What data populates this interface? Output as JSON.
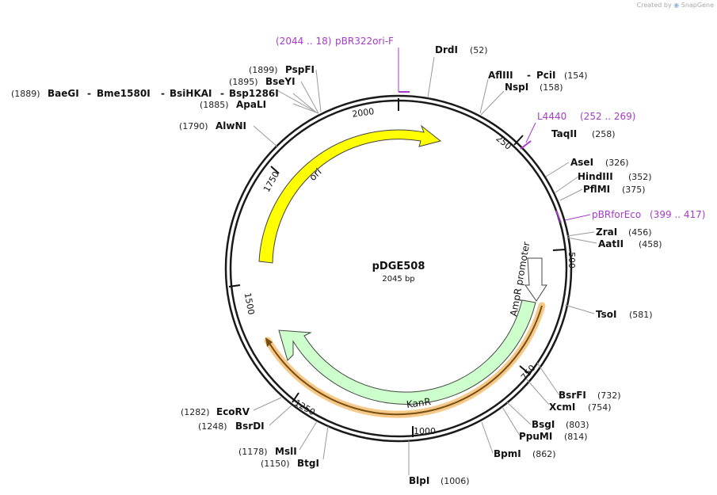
{
  "watermark": {
    "prefix": "Created by",
    "brand": "SnapGene"
  },
  "plasmid": {
    "name": "pDGE508",
    "length": "2045 bp"
  },
  "colors": {
    "backbone": "#1a1a1a",
    "primer": "#a43cc9",
    "ori": "#ffff00",
    "kanr": "#ccffcc",
    "promoter": "#ffffff",
    "highlight": "#f5c98a"
  },
  "ticks": [
    "250",
    "500",
    "750",
    "1000",
    "1250",
    "1500",
    "1750",
    "2000"
  ],
  "features": {
    "ori": "ori",
    "kanr": "KanR",
    "promoter": "AmpR promoter"
  },
  "sites": [
    {
      "id": "drdi",
      "name": "DrdI",
      "pos": "(52)"
    },
    {
      "id": "afliii",
      "name": "AflIII",
      "sep": "-",
      "name2": "PciI",
      "pos": "(154)"
    },
    {
      "id": "nspi",
      "name": "NspI",
      "pos": "(158)"
    },
    {
      "id": "taqii",
      "name": "TaqII",
      "pos": "(258)"
    },
    {
      "id": "asei",
      "name": "AseI",
      "pos": "(326)"
    },
    {
      "id": "hindiii",
      "name": "HindIII",
      "pos": "(352)"
    },
    {
      "id": "pflmi",
      "name": "PflMI",
      "pos": "(375)"
    },
    {
      "id": "zrai",
      "name": "ZraI",
      "pos": "(456)"
    },
    {
      "id": "aatii",
      "name": "AatII",
      "pos": "(458)"
    },
    {
      "id": "tsoi",
      "name": "TsoI",
      "pos": "(581)"
    },
    {
      "id": "bsrfi",
      "name": "BsrFI",
      "pos": "(732)"
    },
    {
      "id": "xcmi",
      "name": "XcmI",
      "pos": "(754)"
    },
    {
      "id": "bsgi",
      "name": "BsgI",
      "pos": "(803)"
    },
    {
      "id": "ppumi",
      "name": "PpuMI",
      "pos": "(814)"
    },
    {
      "id": "bpmi",
      "name": "BpmI",
      "pos": "(862)"
    },
    {
      "id": "blpi",
      "name": "BlpI",
      "pos": "(1006)"
    },
    {
      "id": "btgi",
      "name": "BtgI",
      "pos": "(1150)"
    },
    {
      "id": "msli",
      "name": "MslI",
      "pos": "(1178)"
    },
    {
      "id": "bsrdi",
      "name": "BsrDI",
      "pos": "(1248)"
    },
    {
      "id": "ecorv",
      "name": "EcoRV",
      "pos": "(1282)"
    },
    {
      "id": "alwni",
      "name": "AlwNI",
      "pos": "(1790)"
    },
    {
      "id": "apali",
      "name": "ApaLI",
      "pos": "(1885)"
    },
    {
      "id": "baegi",
      "name": "BaeGI",
      "name2": "Bme1580I",
      "name3": "BsiHKAI",
      "name4": "Bsp1286I",
      "sep": "-",
      "pos": "(1889)"
    },
    {
      "id": "bseyi",
      "name": "BseYI",
      "pos": "(1895)"
    },
    {
      "id": "pspfi",
      "name": "PspFI",
      "pos": "(1899)"
    }
  ],
  "primers": [
    {
      "id": "pbr322ori",
      "name": "pBR322ori-F",
      "range": "(2044 .. 18)"
    },
    {
      "id": "l4440",
      "name": "L4440",
      "range": "(252 .. 269)"
    },
    {
      "id": "pbrforeco",
      "name": "pBRforEco",
      "range": "(399 .. 417)"
    }
  ]
}
